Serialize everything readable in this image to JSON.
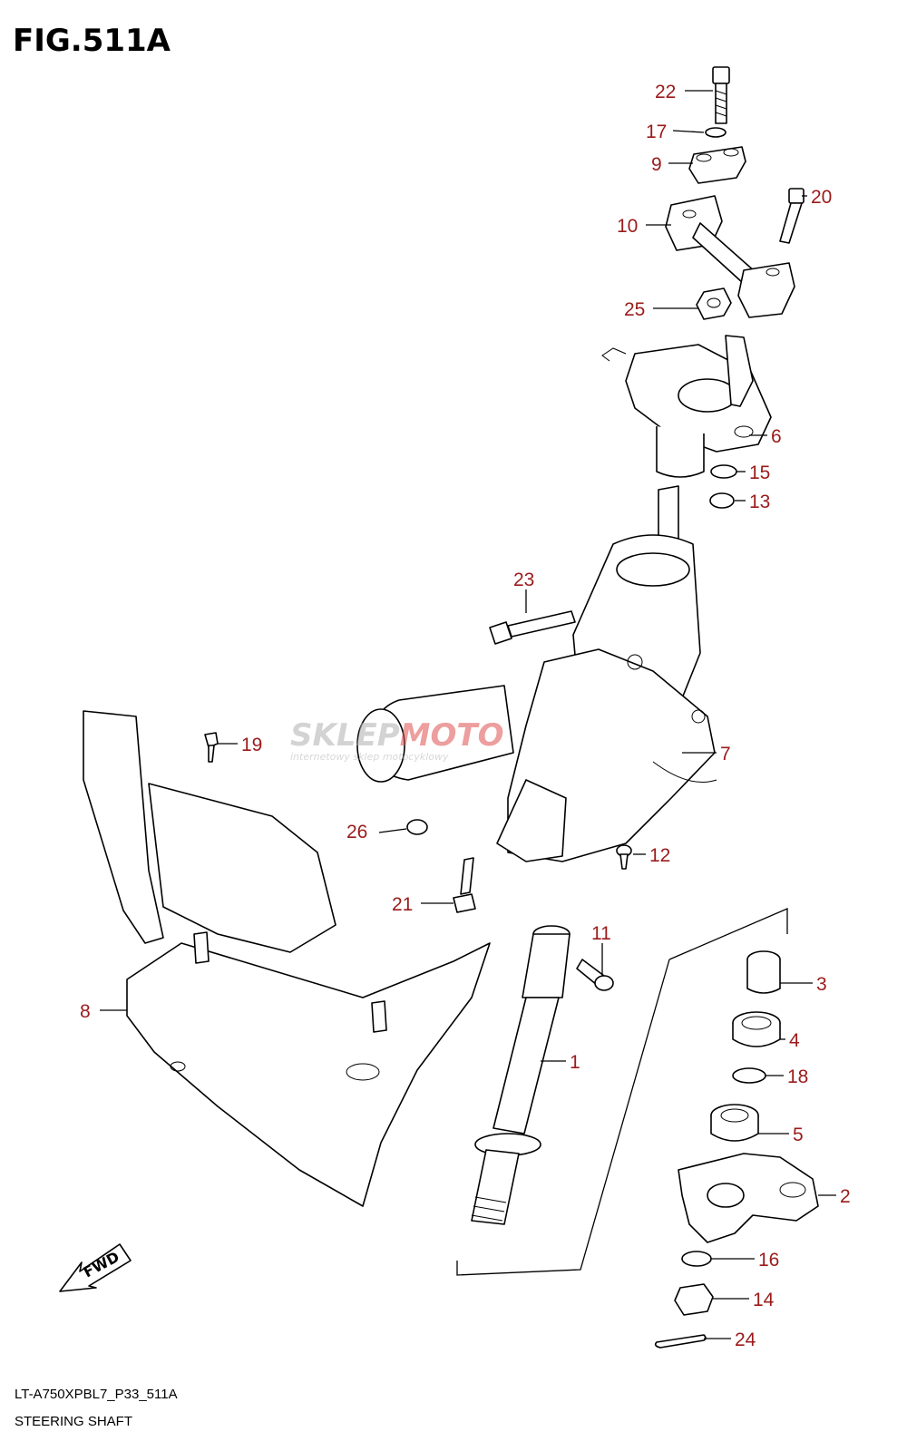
{
  "figure": {
    "title": "FIG.511A",
    "model_code": "LT-A750XPBL7_P33_511A",
    "name": "STEERING SHAFT"
  },
  "watermark": {
    "brand_a": "SKLEP",
    "brand_b": "MOTO",
    "tagline": "internetowy sklep motocyklowy"
  },
  "fwd_label": "FWD",
  "callout_color": "#9b1b1b",
  "callouts": [
    {
      "id": "22",
      "label": "22"
    },
    {
      "id": "17",
      "label": "17"
    },
    {
      "id": "9",
      "label": "9"
    },
    {
      "id": "20",
      "label": "20"
    },
    {
      "id": "10",
      "label": "10"
    },
    {
      "id": "25",
      "label": "25"
    },
    {
      "id": "6",
      "label": "6"
    },
    {
      "id": "15",
      "label": "15"
    },
    {
      "id": "13",
      "label": "13"
    },
    {
      "id": "23",
      "label": "23"
    },
    {
      "id": "7",
      "label": "7"
    },
    {
      "id": "19",
      "label": "19"
    },
    {
      "id": "26",
      "label": "26"
    },
    {
      "id": "12",
      "label": "12"
    },
    {
      "id": "21",
      "label": "21"
    },
    {
      "id": "11",
      "label": "11"
    },
    {
      "id": "3",
      "label": "3"
    },
    {
      "id": "8",
      "label": "8"
    },
    {
      "id": "4",
      "label": "4"
    },
    {
      "id": "1",
      "label": "1"
    },
    {
      "id": "18",
      "label": "18"
    },
    {
      "id": "5",
      "label": "5"
    },
    {
      "id": "2",
      "label": "2"
    },
    {
      "id": "16",
      "label": "16"
    },
    {
      "id": "14",
      "label": "14"
    },
    {
      "id": "24",
      "label": "24"
    }
  ]
}
